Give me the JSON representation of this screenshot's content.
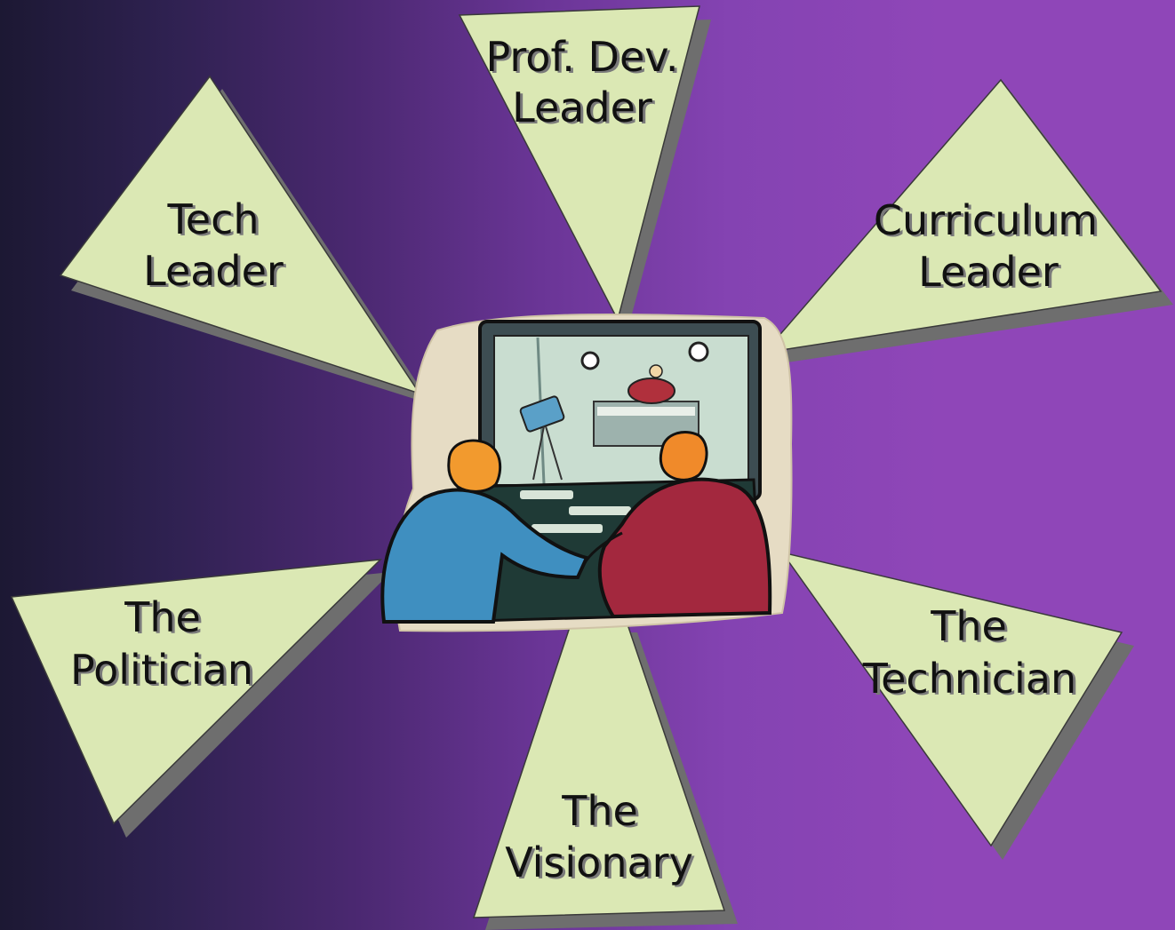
{
  "roles": {
    "prof_dev": {
      "line1": "Prof. Dev.",
      "line2": "Leader"
    },
    "tech": {
      "line1": "Tech",
      "line2": "Leader"
    },
    "curriculum": {
      "line1": "Curriculum",
      "line2": "Leader"
    },
    "politician": {
      "line1": "The",
      "line2": "Politician"
    },
    "visionary": {
      "line1": "The",
      "line2": "Visionary"
    },
    "technician": {
      "line1": "The",
      "line2": "Technician"
    }
  },
  "colors": {
    "triangle_fill": "#dbe8b4",
    "shadow": "#6e6e6e",
    "background_dark": "#1c1833",
    "background_light": "#8f46b8"
  },
  "icons": {
    "center": "two-people-at-control-console-clipart"
  }
}
